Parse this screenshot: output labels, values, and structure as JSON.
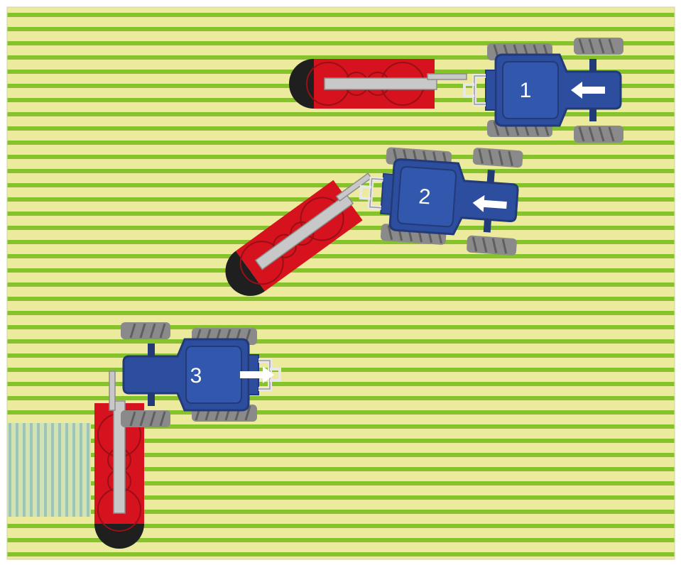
{
  "diagram": {
    "colors": {
      "field_light": "#ecea9c",
      "field_stripe": "#86c22c",
      "mown_light": "#d2e3b3",
      "mown_stripe": "#9cc4b9",
      "tractor_body": "#2d4e9e",
      "tractor_dark": "#223a78",
      "tractor_cab": "#3158ac",
      "tire": "#8a8a8a",
      "tire_dark": "#5f5f5f",
      "mower_red": "#d5121d",
      "mower_dark": "#1f1f1f",
      "boom_grey": "#c8c8c8",
      "hitch_grey": "#e8e8e8",
      "arrow_white": "#ffffff"
    },
    "steps": [
      {
        "label": "1",
        "arrow_icon": "arrow-left-icon"
      },
      {
        "label": "2",
        "arrow_icon": "arrow-left-icon"
      },
      {
        "label": "3",
        "arrow_icon": "arrow-right-icon"
      }
    ]
  }
}
